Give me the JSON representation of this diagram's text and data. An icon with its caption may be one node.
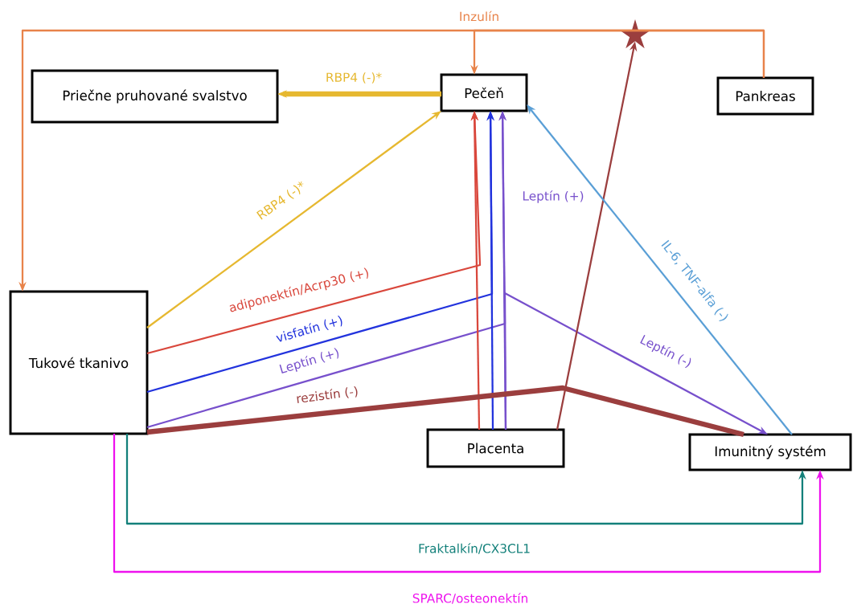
{
  "diagram": {
    "nodes": [
      {
        "text": [
          "Priečne pruhované svalstvo"
        ]
      },
      {
        "text": [
          "Pečeň"
        ]
      },
      {
        "text": [
          "Pankreas"
        ]
      },
      {
        "text": [
          "Tukové tkanivo"
        ]
      },
      {
        "text": [
          "Placenta"
        ]
      },
      {
        "text": [
          "Imunitný systém"
        ]
      },
      {
        "text": [],
        "shape": "star"
      }
    ],
    "edges": [
      {
        "from": 2,
        "to": 1,
        "arrow": "to",
        "label": "Inzulín",
        "color": "#e8834a"
      },
      {
        "from": 2,
        "to": 3,
        "arrow": "to",
        "color": "#e8834a"
      },
      {
        "from": 1,
        "to": 0,
        "arrow": "to",
        "label": "RBP4 (-)*",
        "style": "thick",
        "color": "#e6b830"
      },
      {
        "from": 3,
        "to": 1,
        "arrow": "to",
        "label": "RBP4 (-)*",
        "color": "#e6b830"
      },
      {
        "from": 3,
        "to": 1,
        "arrow": "to",
        "label": "adiponektín/Acrp30 (+)",
        "color": "#d9473c"
      },
      {
        "from": 3,
        "to": 1,
        "arrow": "to",
        "label": "visfatín (+)",
        "color": "#2233dd"
      },
      {
        "from": 3,
        "to": 1,
        "arrow": "to",
        "label": "Leptín (+)",
        "color": "#7750cc"
      },
      {
        "from": 4,
        "to": 1,
        "arrow": "to",
        "color": "#d9473c"
      },
      {
        "from": 4,
        "to": 1,
        "arrow": "to",
        "color": "#2233dd"
      },
      {
        "from": 4,
        "to": 1,
        "arrow": "to",
        "label": "Leptín (+)",
        "color": "#7750cc"
      },
      {
        "from": 4,
        "to": 5,
        "arrow": "to",
        "label": "Leptín (-)",
        "color": "#7750cc"
      },
      {
        "from": 3,
        "to": 5,
        "arrow": "none",
        "label": "rezistín (-)",
        "style": "thick",
        "color": "#9b3e3e"
      },
      {
        "from": 4,
        "to": 6,
        "arrow": "to",
        "color": "#9b3e3e"
      },
      {
        "from": 5,
        "to": 1,
        "arrow": "to",
        "label": "IL-6, TNF-alfa (-)",
        "color": "#5a9fd6"
      },
      {
        "from": 3,
        "to": 5,
        "arrow": "to",
        "label": "Fraktalkín/CX3CL1",
        "color": "#13807a"
      },
      {
        "from": 3,
        "to": 5,
        "arrow": "to",
        "label": "SPARC/osteonektín",
        "color": "#ee11ee"
      }
    ]
  }
}
